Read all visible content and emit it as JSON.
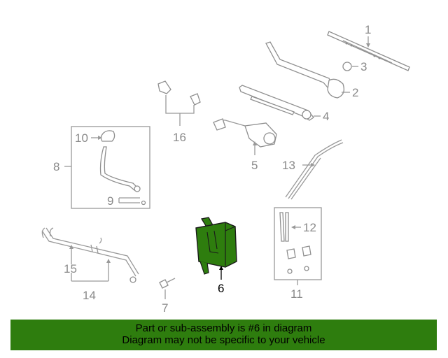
{
  "callouts": {
    "c1": "1",
    "c2": "2",
    "c3": "3",
    "c4": "4",
    "c5": "5",
    "c6": "6",
    "c7": "7",
    "c8": "8",
    "c9": "9",
    "c10": "10",
    "c11": "11",
    "c12": "12",
    "c13": "13",
    "c14": "14",
    "c15": "15",
    "c16": "16"
  },
  "highlight": {
    "part": "6",
    "color": "#2e7d0e"
  },
  "banner": {
    "line1": "Part or sub-assembly is #6 in diagram",
    "line2": "Diagram may not be specific to your vehicle",
    "color": "#2e7d0e"
  }
}
